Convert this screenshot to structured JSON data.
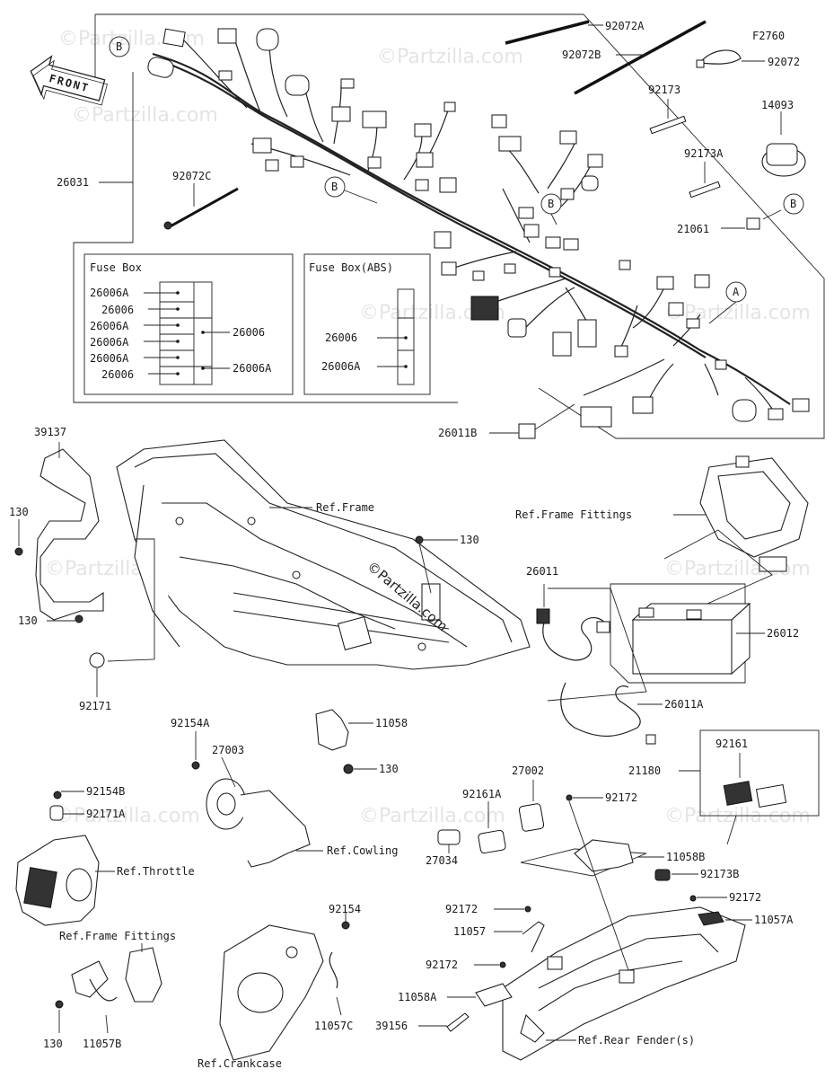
{
  "title": "F2760",
  "watermarks": [
    "©Partzilla.com"
  ],
  "center_watermark": "©Partzilla.com",
  "front_arrow": "FRONT",
  "callouts": {
    "A": "A",
    "B": "B"
  },
  "fuse_box": {
    "title": "Fuse Box",
    "labels": [
      "26006A",
      "26006",
      "26006A",
      "26006A",
      "26006A",
      "26006"
    ],
    "right_labels": [
      "26006",
      "26006A"
    ]
  },
  "fuse_box_abs": {
    "title": "Fuse Box(ABS)",
    "labels": [
      "26006",
      "26006A"
    ]
  },
  "parts": {
    "p92072A": "92072A",
    "p92072B": "92072B",
    "p92072": "92072",
    "p92173": "92173",
    "p14093": "14093",
    "p92173A": "92173A",
    "p21061": "21061",
    "p26031": "26031",
    "p92072C": "92072C",
    "p26011B": "26011B",
    "p39137": "39137",
    "p130a": "130",
    "p130b": "130",
    "p130c": "130",
    "p130d": "130",
    "p130e": "130",
    "p92171": "92171",
    "p11058": "11058",
    "p92154A": "92154A",
    "p27003": "27003",
    "p92154B": "92154B",
    "p92171A": "92171A",
    "p26011": "26011",
    "p26012": "26012",
    "p26011A": "26011A",
    "p92161": "92161",
    "p21180": "21180",
    "p27002": "27002",
    "p92161A": "92161A",
    "p92172a": "92172",
    "p92172b": "92172",
    "p92172c": "92172",
    "p92172d": "92172",
    "p11058B": "11058B",
    "p27034": "27034",
    "p92173B": "92173B",
    "p11057A": "11057A",
    "p11057": "11057",
    "p11058A": "11058A",
    "p39156": "39156",
    "p92154": "92154",
    "p11057C": "11057C",
    "p11057B": "11057B"
  },
  "refs": {
    "frame": "Ref.Frame",
    "frame_fittings_top": "Ref.Frame Fittings",
    "frame_fittings_bottom": "Ref.Frame Fittings",
    "cowling": "Ref.Cowling",
    "throttle": "Ref.Throttle",
    "crankcase": "Ref.Crankcase",
    "rear_fender": "Ref.Rear Fender(s)"
  }
}
